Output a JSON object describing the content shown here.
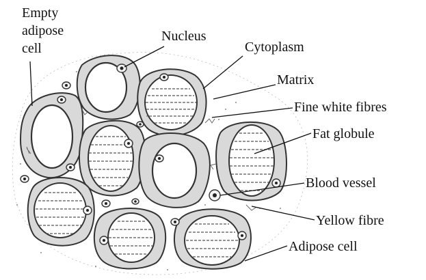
{
  "labels": {
    "empty_line1": "Empty",
    "empty_line2": "adipose",
    "empty_line3": "cell",
    "nucleus": "Nucleus",
    "cytoplasm": "Cytoplasm",
    "matrix": "Matrix",
    "fine_white_fibres": "Fine white fibres",
    "fat_globule": "Fat globule",
    "blood_vessel": "Blood vessel",
    "yellow_fibre": "Yellow fibre",
    "adipose_cell": "Adipose cell"
  },
  "colors": {
    "cytoplasm_fill": "#d9d9d9",
    "outline": "#333333",
    "text": "#111111"
  }
}
